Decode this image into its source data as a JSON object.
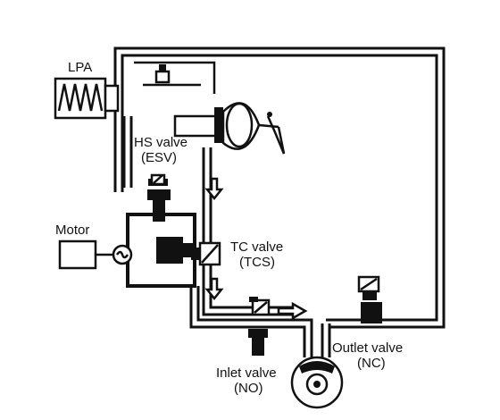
{
  "labels": {
    "lpa": "LPA",
    "hs_valve": "HS valve",
    "hs_valve_sub": "(ESV)",
    "motor": "Motor",
    "tc_valve": "TC valve",
    "tc_valve_sub": "(TCS)",
    "outlet_valve": "Outlet valve",
    "outlet_valve_sub": "(NC)",
    "inlet_valve": "Inlet valve",
    "inlet_valve_sub": "(NO)"
  },
  "colors": {
    "line": "#111111",
    "background": "#ffffff"
  }
}
